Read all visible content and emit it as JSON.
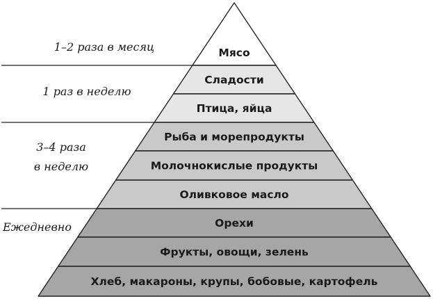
{
  "pyramid": {
    "tiers": [
      {
        "label": "Мясо",
        "fill": "#ffffff"
      },
      {
        "label": "Сладости",
        "fill": "#e6e6e6"
      },
      {
        "label": "Птица, яйца",
        "fill": "#e6e6e6"
      },
      {
        "label": "Рыба и морепродукты",
        "fill": "#c9c9c9"
      },
      {
        "label": "Молочнокислые продукты",
        "fill": "#c9c9c9"
      },
      {
        "label": "Оливковое масло",
        "fill": "#c9c9c9"
      },
      {
        "label": "Орехи",
        "fill": "#a6a6a6"
      },
      {
        "label": "Фрукты, овощи, зелень",
        "fill": "#a6a6a6"
      },
      {
        "label": "Хлеб, макароны, крупы, бобовые, картофель",
        "fill": "#a6a6a6"
      }
    ]
  },
  "frequency_groups": [
    {
      "lines": [
        "1–2 раза в месяц"
      ]
    },
    {
      "lines": [
        "1 раз в неделю"
      ]
    },
    {
      "lines": [
        "3–4 раза",
        "в неделю"
      ]
    },
    {
      "lines": [
        "Ежедневно"
      ]
    }
  ]
}
